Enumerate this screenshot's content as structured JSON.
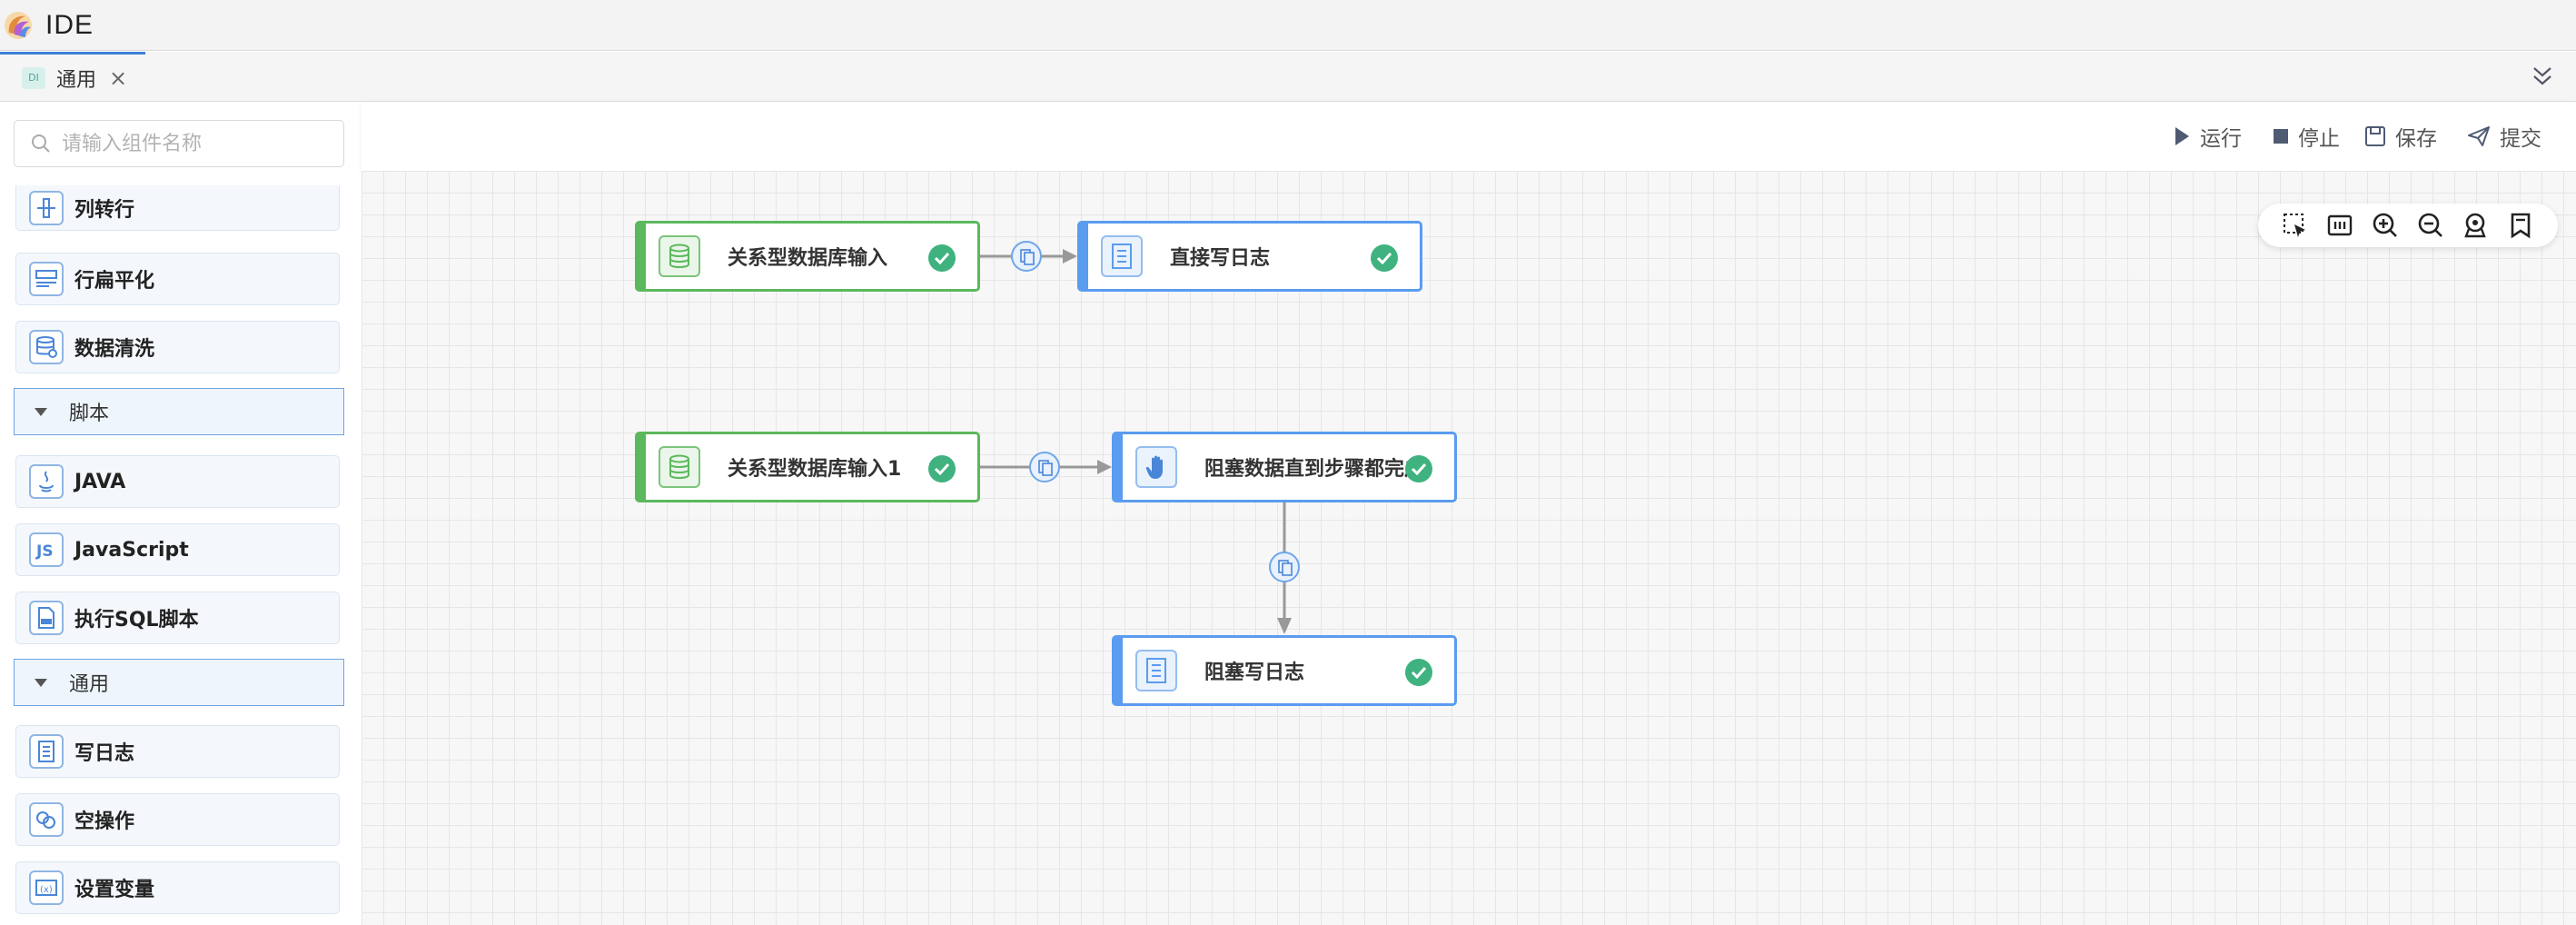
{
  "app": {
    "title": "IDE"
  },
  "tabs": [
    {
      "badge": "DI",
      "label": "通用"
    }
  ],
  "sidebar": {
    "search_placeholder": "请输入组件名称",
    "items": [
      {
        "label": "列转行",
        "icon": "column-to-row-icon"
      },
      {
        "label": "行扁平化",
        "icon": "row-flatten-icon"
      },
      {
        "label": "数据清洗",
        "icon": "data-clean-icon"
      }
    ],
    "groups": [
      {
        "label": "脚本",
        "items": [
          {
            "label": "JAVA",
            "icon": "java-icon"
          },
          {
            "label": "JavaScript",
            "icon": "javascript-icon"
          },
          {
            "label": "执行SQL脚本",
            "icon": "sql-script-icon"
          }
        ]
      },
      {
        "label": "通用",
        "items": [
          {
            "label": "写日志",
            "icon": "write-log-icon"
          },
          {
            "label": "空操作",
            "icon": "no-op-icon"
          },
          {
            "label": "设置变量",
            "icon": "set-variable-icon"
          }
        ]
      }
    ]
  },
  "toolbar": {
    "run": "运行",
    "stop": "停止",
    "save": "保存",
    "submit": "提交"
  },
  "canvas": {
    "zoom_tools": [
      "box-select-icon",
      "fit-icon",
      "zoom-in-icon",
      "zoom-out-icon",
      "locate-icon",
      "bookmark-icon"
    ],
    "nodes": [
      {
        "label": "关系型数据库输入",
        "type": "input",
        "status": "success"
      },
      {
        "label": "直接写日志",
        "type": "log",
        "status": "success"
      },
      {
        "label": "关系型数据库输入1",
        "type": "input",
        "status": "success"
      },
      {
        "label": "阻塞数据直到步骤都完成",
        "type": "block",
        "status": "success"
      },
      {
        "label": "阻塞写日志",
        "type": "log",
        "status": "success"
      }
    ]
  },
  "colors": {
    "accent": "#3d7fd9",
    "input_node": "#5cb85c",
    "output_node": "#5a9cf0",
    "success": "#3fb27f"
  }
}
